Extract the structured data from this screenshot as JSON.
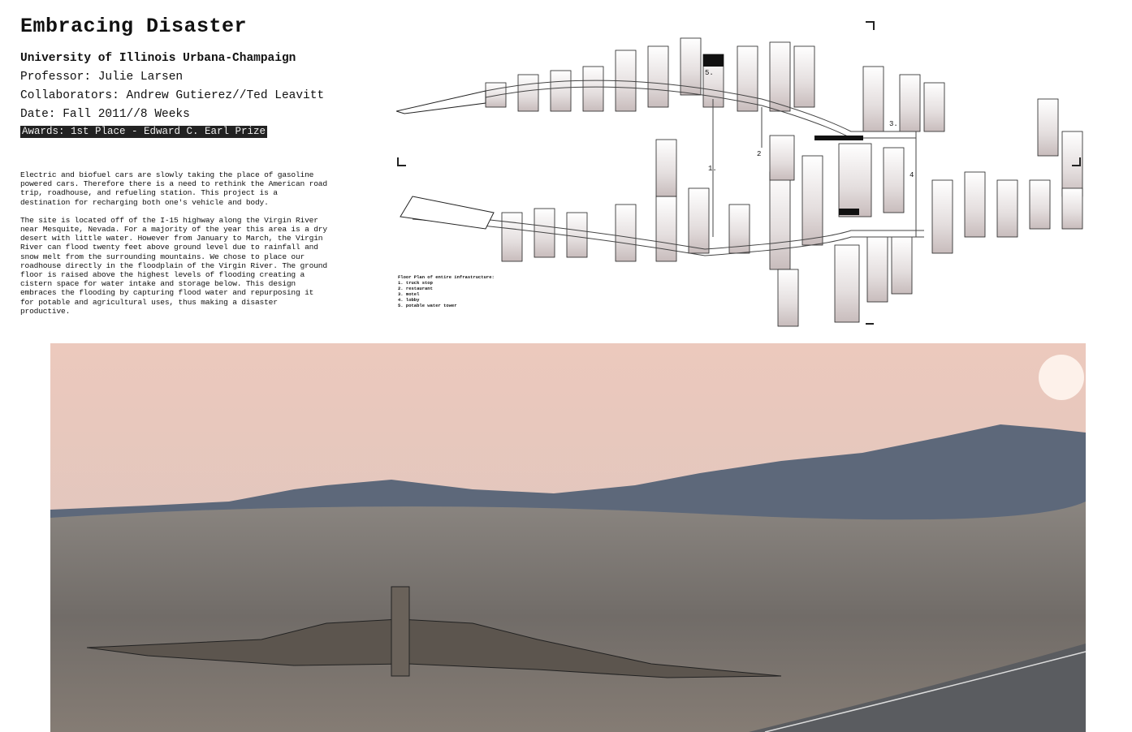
{
  "header": {
    "title": "Embracing Disaster",
    "university": "University of Illinois Urbana-Champaign",
    "professor": "Professor: Julie Larsen",
    "collaborators": "Collaborators: Andrew Gutierez//Ted Leavitt",
    "date": "Date: Fall 2011//8 Weeks",
    "awards": "Awards: 1st Place - Edward C. Earl Prize"
  },
  "description": [
    "Electric and biofuel cars are slowly taking the place of gasoline powered cars. Therefore there is a need to rethink the American road trip, roadhouse, and refueling station. This project is a destination for recharging both one's vehicle and body.",
    "The site is located off of the I-15 highway along the Virgin River near Mesquite, Nevada. For a majority of the year this area is a dry desert with little water. However from January to March, the Virgin River can flood twenty feet above ground level due to rainfall and snow melt from the surrounding mountains. We chose to place our roadhouse directly in the floodplain of the Virgin River. The ground floor is raised above the highest levels of flooding creating a cistern space for water intake and storage below. This design embraces the flooding by capturing flood water and repurposing it for potable and agricultural uses, thus making a disaster productive."
  ],
  "plan": {
    "legend_title": "Floor Plan of entire infrastructure:",
    "legend_items": [
      "1. truck stop",
      "2. restaurant",
      "3. motel",
      "4. lobby",
      "5. potable water tower"
    ],
    "labels": [
      "1.",
      "2",
      "3.",
      "4",
      "5."
    ]
  },
  "photo": {
    "colors": {
      "sky_top": "#e9c9bd",
      "sky_bottom": "#d9c0b8",
      "mountain": "#5b6678",
      "ground": "#7b7670"
    }
  }
}
